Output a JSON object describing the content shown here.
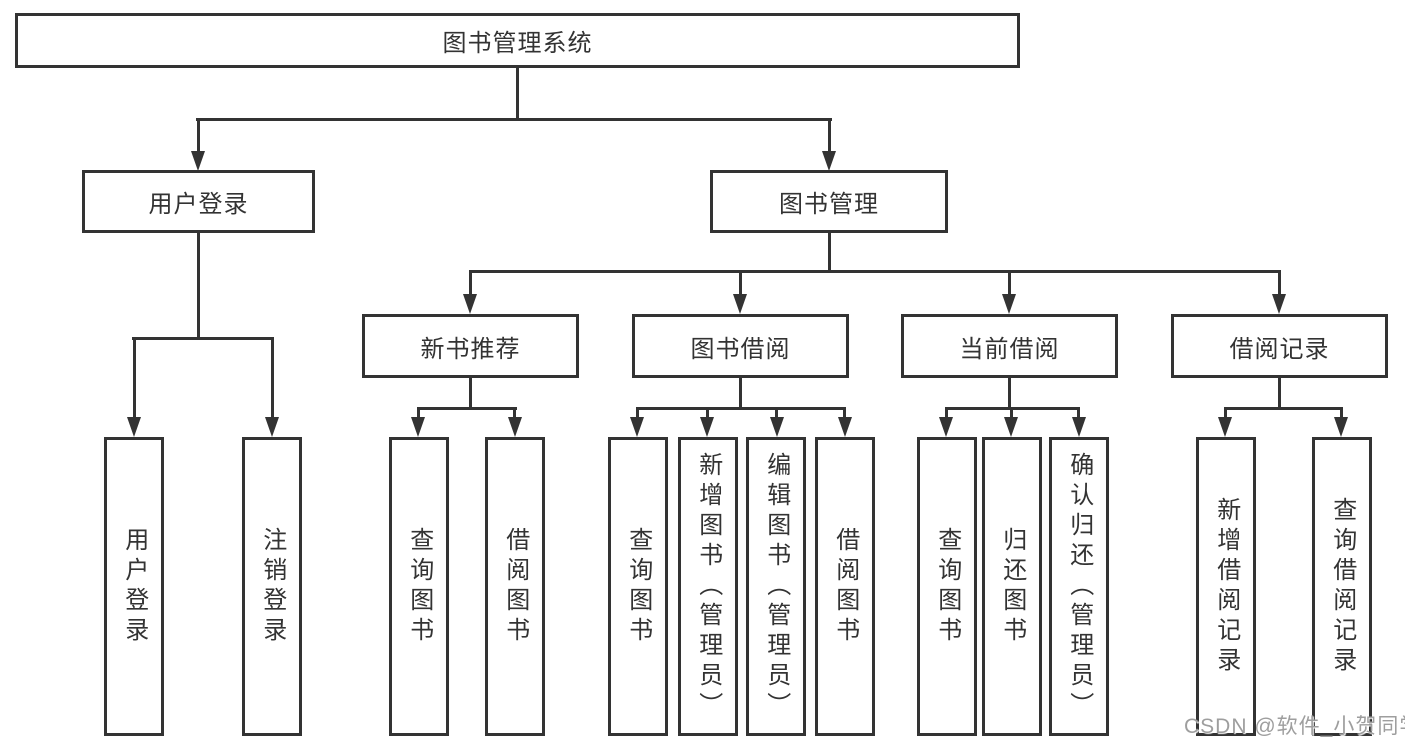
{
  "diagram": {
    "root": {
      "label": "图书管理系统"
    },
    "branches": {
      "user_login": {
        "label": "用户登录",
        "children": [
          {
            "label": "用户登录"
          },
          {
            "label": "注销登录"
          }
        ]
      },
      "book_management": {
        "label": "图书管理"
      }
    },
    "modules": [
      {
        "label": "新书推荐",
        "children": [
          {
            "label": "查询图书"
          },
          {
            "label": "借阅图书"
          }
        ]
      },
      {
        "label": "图书借阅",
        "children": [
          {
            "label": "查询图书"
          },
          {
            "label": "新增图书（管理员）"
          },
          {
            "label": "编辑图书（管理员）"
          },
          {
            "label": "借阅图书"
          }
        ]
      },
      {
        "label": "当前借阅",
        "children": [
          {
            "label": "查询图书"
          },
          {
            "label": "归还图书"
          },
          {
            "label": "确认归还（管理员）"
          }
        ]
      },
      {
        "label": "借阅记录",
        "children": [
          {
            "label": "新增借阅记录"
          },
          {
            "label": "查询借阅记录"
          }
        ]
      }
    ],
    "watermark": "CSDN @软件_小贺同学",
    "colors": {
      "line": "#333333",
      "text": "#333333",
      "watermark": "#9e9e9e",
      "background": "#ffffff"
    }
  }
}
